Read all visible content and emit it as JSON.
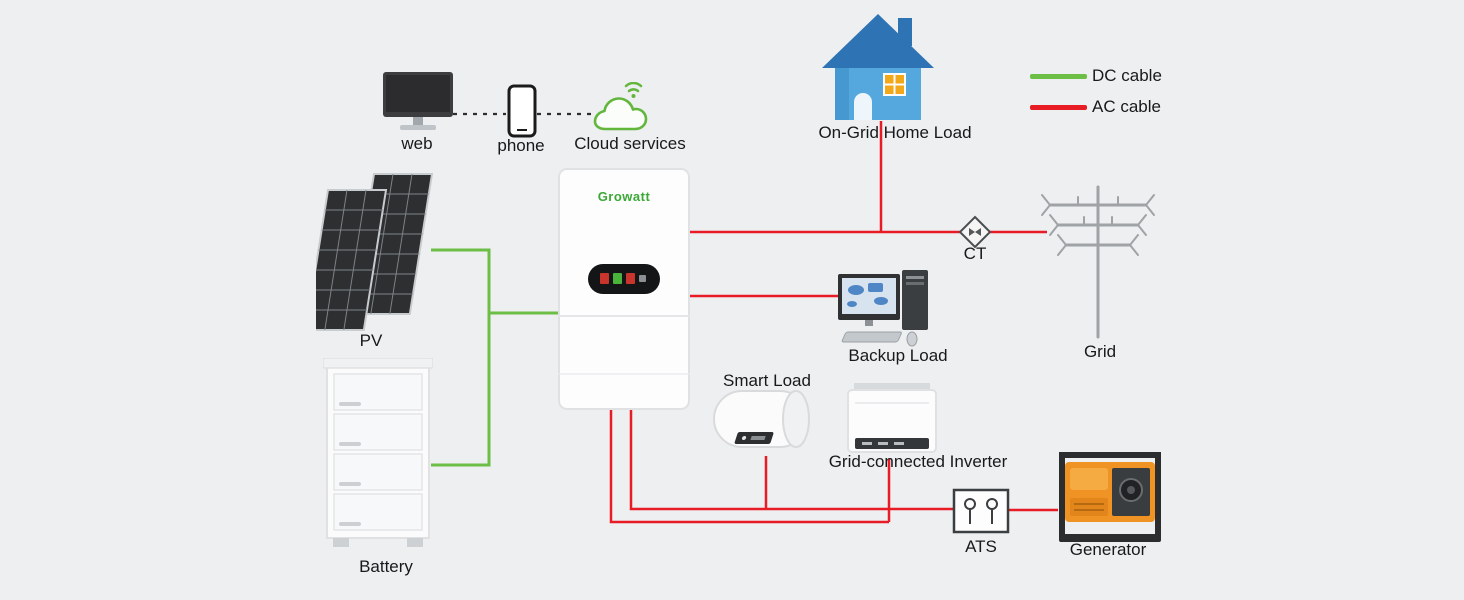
{
  "colors": {
    "background": "#edeff1",
    "dc_cable": "#6cbe45",
    "ac_cable": "#e81c24",
    "text": "#17191b"
  },
  "legend": {
    "dc": "DC cable",
    "ac": "AC cable"
  },
  "labels": {
    "web": "web",
    "phone": "phone",
    "cloud": "Cloud services",
    "home": "On-Grid Home Load",
    "pv": "PV",
    "battery": "Battery",
    "ct": "CT",
    "grid": "Grid",
    "backup": "Backup Load",
    "smart": "Smart Load",
    "gci": "Grid-connected Inverter",
    "ats": "ATS",
    "generator": "Generator"
  },
  "inverter": {
    "brand": "Growatt"
  }
}
